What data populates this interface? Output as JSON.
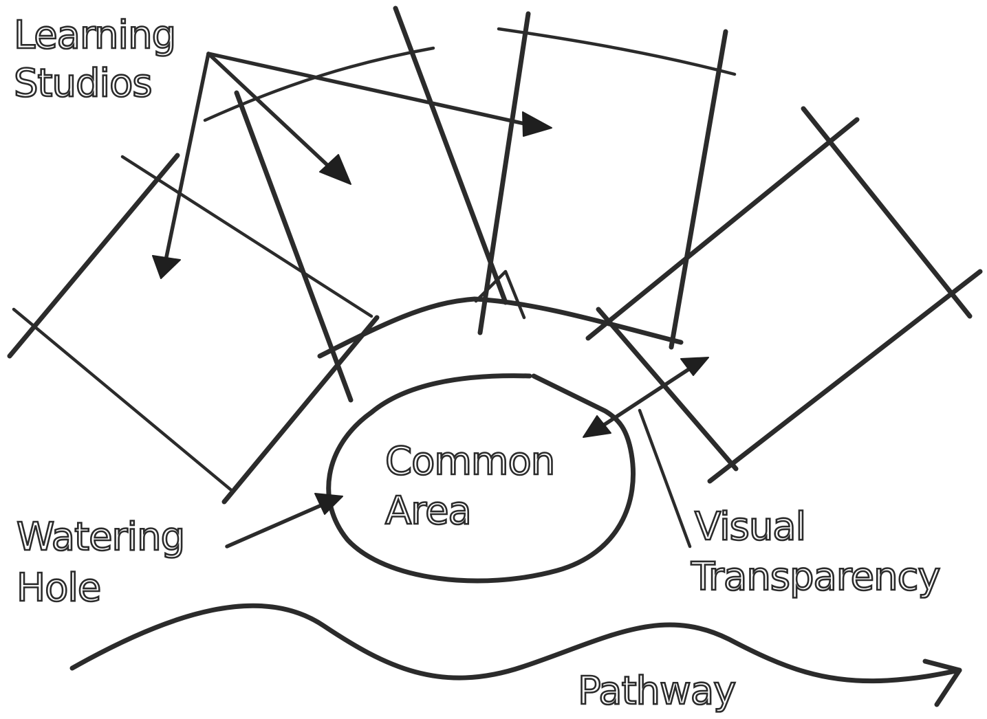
{
  "diagram": {
    "labels": {
      "learning_studios": [
        "Learning",
        "Studios"
      ],
      "common_area": [
        "Common",
        "Area"
      ],
      "watering_hole": [
        "Watering",
        "Hole"
      ],
      "visual_transparency": [
        "Visual",
        "Transparency"
      ],
      "pathway": "Pathway"
    }
  }
}
